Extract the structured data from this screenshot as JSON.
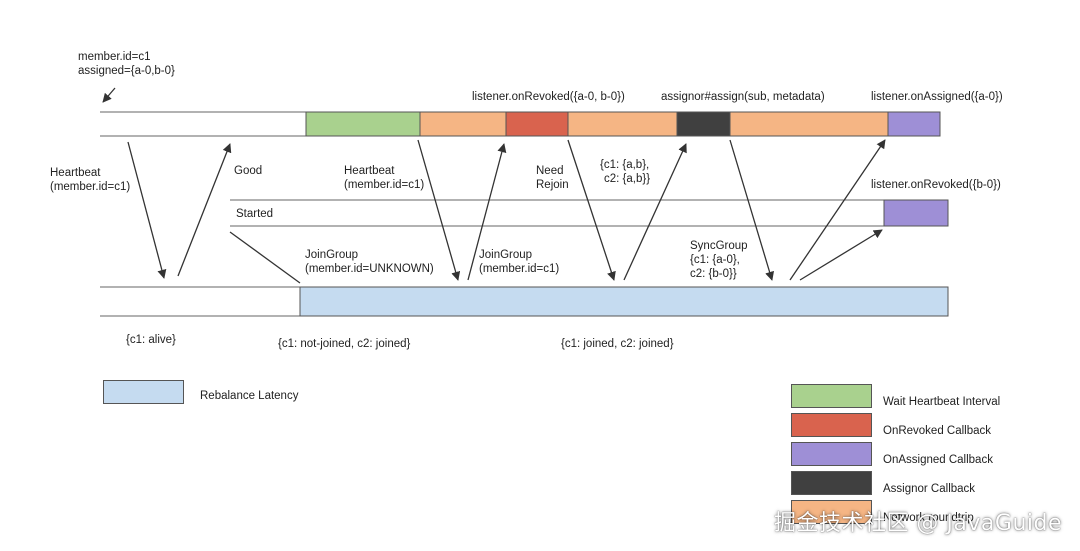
{
  "colors": {
    "heartbeat_green": "#a9d18e",
    "revoked_red": "#d9634e",
    "assigned_purple": "#9e8fd6",
    "assignor_dark": "#404040",
    "network_orange": "#f5b584",
    "latency_blue": "#c5dbf0",
    "line": "#444444"
  },
  "labels": {
    "member_state_line1": "member.id=c1",
    "member_state_line2": "assigned={a-0,b-0}",
    "heartbeat1_line1": "Heartbeat",
    "heartbeat1_line2": "(member.id=c1)",
    "good": "Good",
    "heartbeat2_line1": "Heartbeat",
    "heartbeat2_line2": "(member.id=c1)",
    "started": "Started",
    "joingroup1_line1": "JoinGroup",
    "joingroup1_line2": "(member.id=UNKNOWN)",
    "joingroup2_line1": "JoinGroup",
    "joingroup2_line2": "(member.id=c1)",
    "need_rejoin_line1": "Need",
    "need_rejoin_line2": "Rejoin",
    "c1_assign_line1": "{c1: {a,b},",
    "c1_assign_line2": "c2: {a,b}}",
    "syncgroup_line1": "SyncGroup",
    "syncgroup_line2": "{c1: {a-0},",
    "syncgroup_line3": "c2: {b-0}}",
    "on_revoked_ab": "listener.onRevoked({a-0, b-0})",
    "assignor_assign": "assignor#assign(sub, metadata)",
    "on_assigned_a": "listener.onAssigned({a-0})",
    "on_revoked_b": "listener.onRevoked({b-0})",
    "state_alive": "{c1: alive}",
    "state_not_joined": "{c1: not-joined, c2: joined}",
    "state_joined": "{c1: joined, c2: joined}"
  },
  "legend": {
    "rebalance_latency": "Rebalance Latency",
    "items": [
      {
        "label": "Wait Heartbeat Interval",
        "color": "#a9d18e"
      },
      {
        "label": "OnRevoked Callback",
        "color": "#d9634e"
      },
      {
        "label": "OnAssigned Callback",
        "color": "#9e8fd6"
      },
      {
        "label": "Assignor Callback",
        "color": "#404040"
      },
      {
        "label": "Network roundtrip",
        "color": "#f5b584"
      }
    ]
  },
  "watermark": "掘金技术社区 @ JavaGuide"
}
